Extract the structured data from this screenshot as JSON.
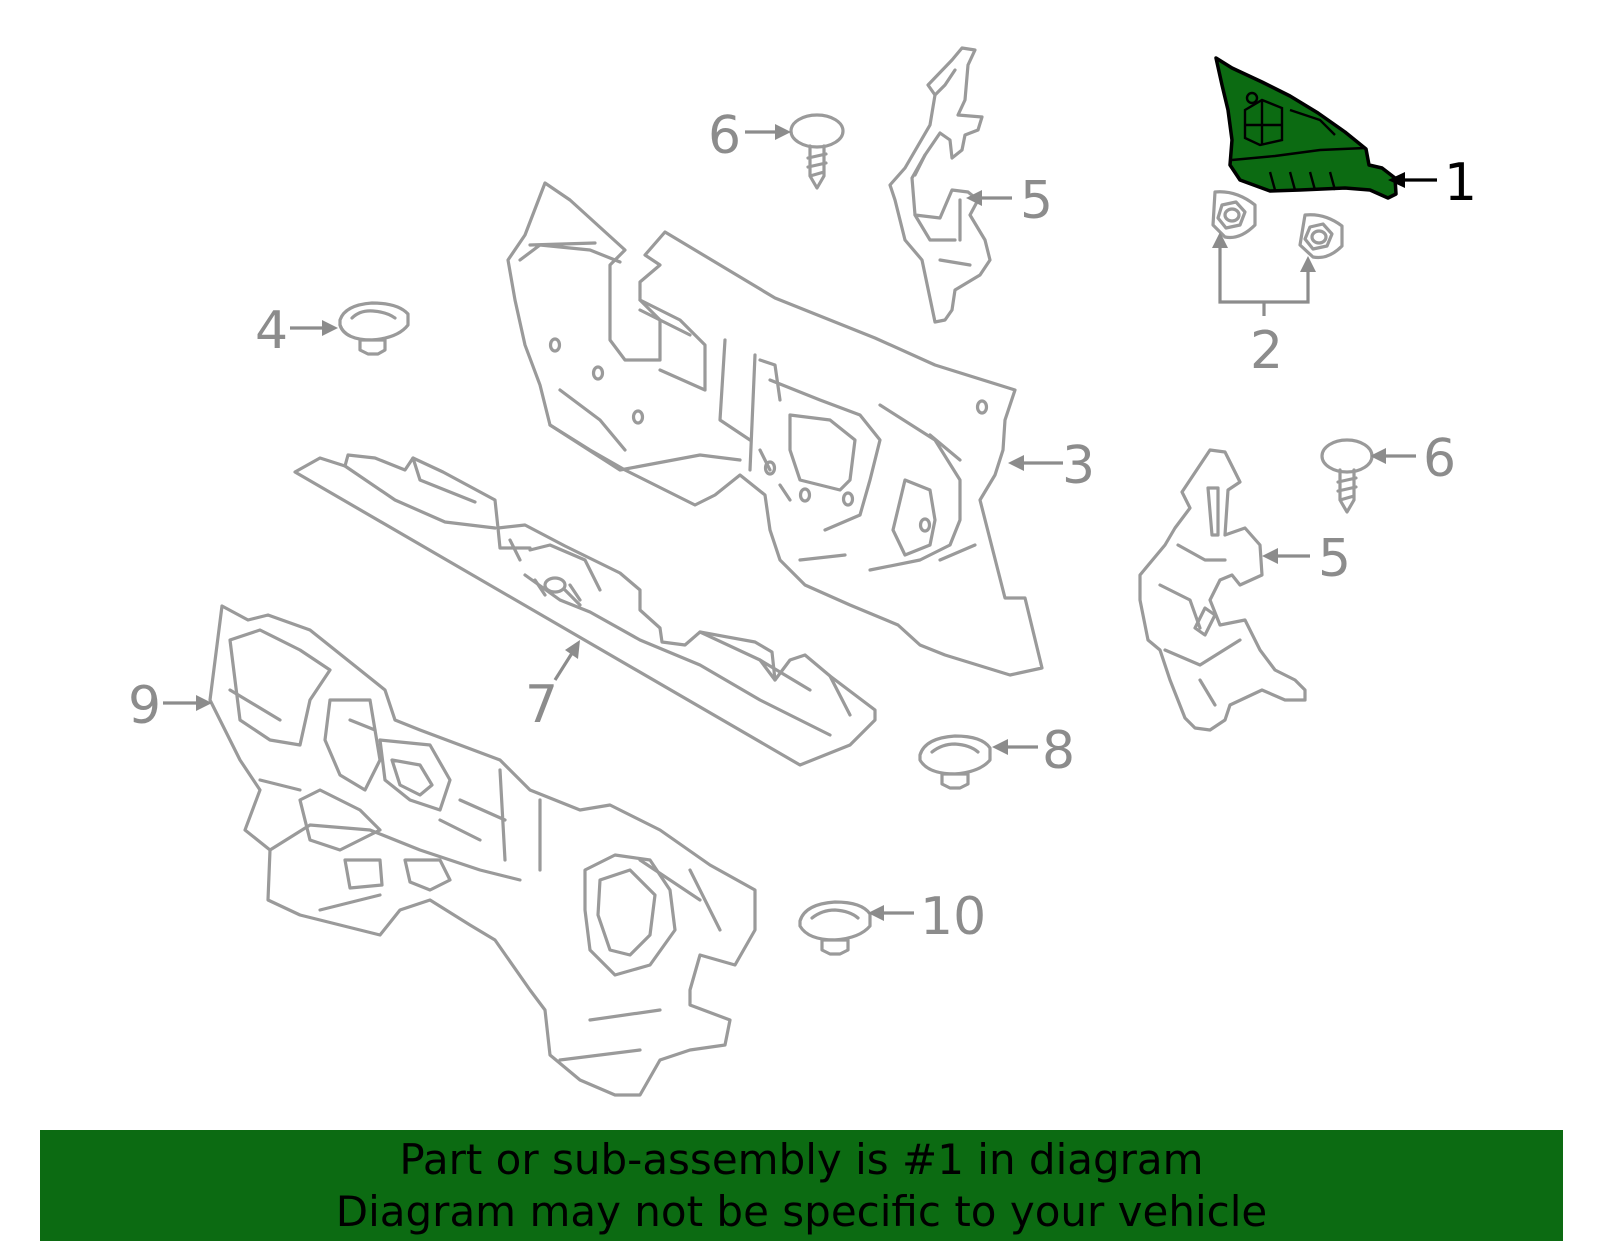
{
  "diagram": {
    "highlighted_part": "1",
    "callouts": [
      {
        "id": "c1",
        "label": "1"
      },
      {
        "id": "c2",
        "label": "2"
      },
      {
        "id": "c3",
        "label": "3"
      },
      {
        "id": "c4",
        "label": "4"
      },
      {
        "id": "c5a",
        "label": "5"
      },
      {
        "id": "c5b",
        "label": "5"
      },
      {
        "id": "c6a",
        "label": "6"
      },
      {
        "id": "c6b",
        "label": "6"
      },
      {
        "id": "c7",
        "label": "7"
      },
      {
        "id": "c8",
        "label": "8"
      },
      {
        "id": "c9",
        "label": "9"
      },
      {
        "id": "c10",
        "label": "10"
      }
    ]
  },
  "banner": {
    "line1": "Part or sub-assembly is #1 in diagram",
    "line2": "Diagram may not be specific to your vehicle",
    "color": "#0c6b12"
  }
}
